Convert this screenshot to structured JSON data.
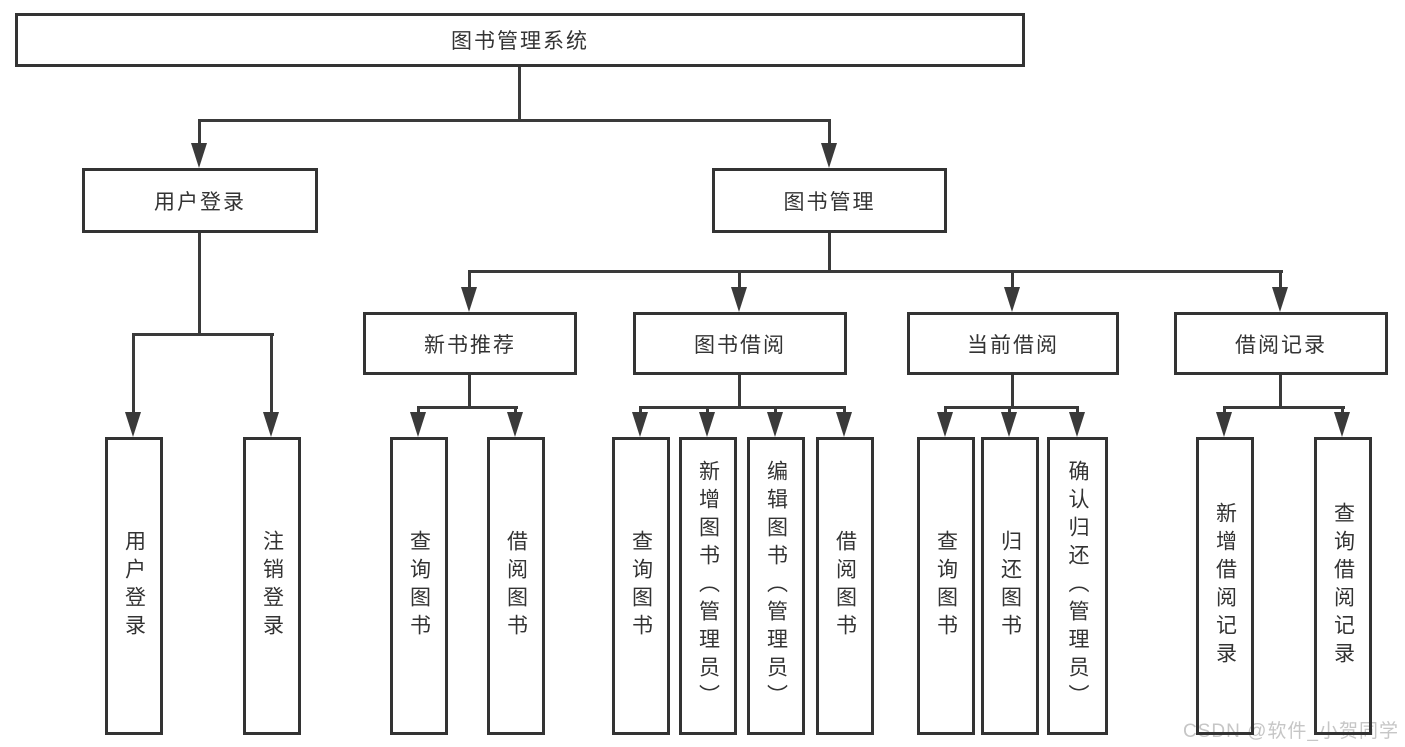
{
  "tree": {
    "label": "图书管理系统",
    "children": [
      {
        "label": "用户登录",
        "children": [
          {
            "label": "用户登录"
          },
          {
            "label": "注销登录"
          }
        ]
      },
      {
        "label": "图书管理",
        "children": [
          {
            "label": "新书推荐",
            "children": [
              {
                "label": "查询图书"
              },
              {
                "label": "借阅图书"
              }
            ]
          },
          {
            "label": "图书借阅",
            "children": [
              {
                "label": "查询图书"
              },
              {
                "label": "新增图书（管理员）"
              },
              {
                "label": "编辑图书（管理员）"
              },
              {
                "label": "借阅图书"
              }
            ]
          },
          {
            "label": "当前借阅",
            "children": [
              {
                "label": "查询图书"
              },
              {
                "label": "归还图书"
              },
              {
                "label": "确认归还（管理员）"
              }
            ]
          },
          {
            "label": "借阅记录",
            "children": [
              {
                "label": "新增借阅记录"
              },
              {
                "label": "查询借阅记录"
              }
            ]
          }
        ]
      }
    ]
  },
  "watermark": {
    "text": "CSDN @软件_小贺同学"
  },
  "colors": {
    "background": "#ffffff",
    "box_border": "#333333",
    "line": "#3a3a3a",
    "text": "#333333",
    "watermark": "#c6c6c6"
  }
}
